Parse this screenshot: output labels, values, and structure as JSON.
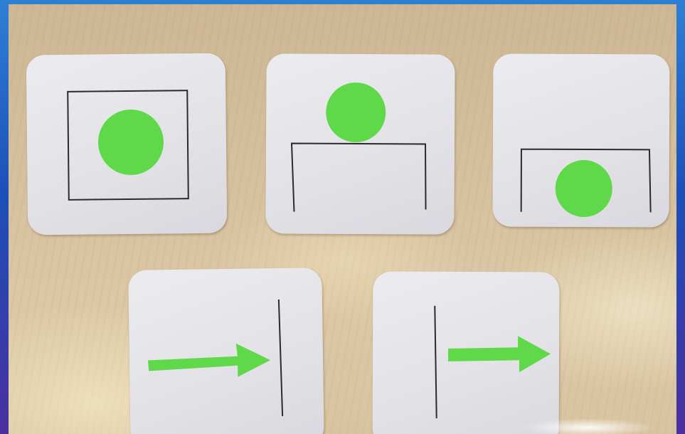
{
  "scene": {
    "frame_color": "#1c4fb8",
    "table_color": "#d5c09f",
    "card_color": "#e4e3e8",
    "shape_color": "#5fd84a",
    "line_color": "#2b2b2b"
  },
  "cards": [
    {
      "depicts": "ball-inside-box"
    },
    {
      "depicts": "ball-on-top-of-box"
    },
    {
      "depicts": "ball-under-box"
    },
    {
      "depicts": "arrow-before-line"
    },
    {
      "depicts": "arrow-after-line"
    }
  ]
}
